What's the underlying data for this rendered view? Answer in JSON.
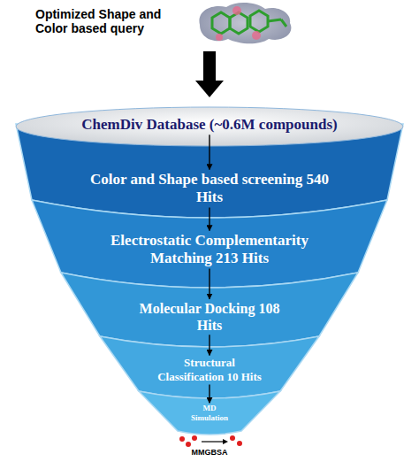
{
  "diagram": {
    "nodes": [
      {
        "text": [
          "ChemDiv Database (~0.6M compounds)"
        ]
      },
      {
        "text": [
          "Color and Shape based screening 540 Hits"
        ]
      },
      {
        "text": [
          "Electrostatic Complementarity Matching 213 Hits"
        ]
      },
      {
        "text": [
          "Molecular Docking 108 Hits"
        ]
      },
      {
        "text": [
          "Structural Classification 10 Hits"
        ]
      },
      {
        "text": [
          "MD Simulation"
        ]
      }
    ],
    "edges": [
      {
        "from": 0,
        "to": 1,
        "arrow": "to"
      },
      {
        "from": 1,
        "to": 2,
        "arrow": "to"
      },
      {
        "from": 2,
        "to": 3,
        "arrow": "to"
      },
      {
        "from": 3,
        "to": 4,
        "arrow": "to"
      },
      {
        "from": 4,
        "to": 5,
        "arrow": "to"
      }
    ],
    "labels": [
      "Optimized Shape and Color based query",
      "MMGBSA"
    ]
  }
}
